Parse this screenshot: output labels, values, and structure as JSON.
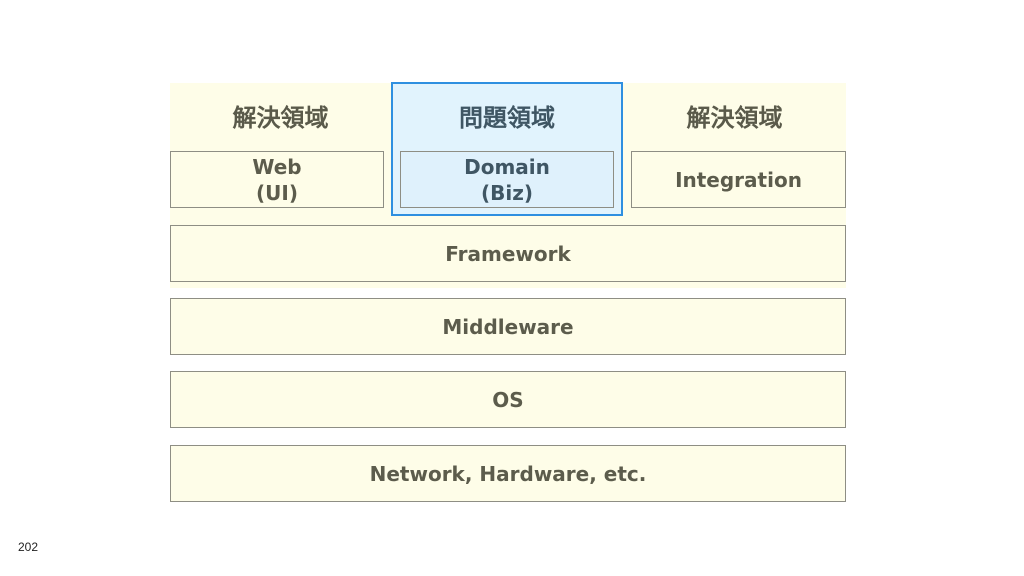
{
  "headings": {
    "left": "解決領域",
    "center": "問題領域",
    "right": "解決領域"
  },
  "top_row": {
    "web": "Web\n(UI)",
    "domain": "Domain\n(Biz)",
    "integration": "Integration"
  },
  "layers": {
    "framework": "Framework",
    "middleware": "Middleware",
    "os": "OS",
    "network": "Network, Hardware, etc."
  },
  "footer": {
    "page_number": "202"
  },
  "colors": {
    "solution_area": "#fefde8",
    "problem_area": "#e1f3fd",
    "problem_border": "#2e8fe0",
    "box_border": "#8e8e84"
  }
}
